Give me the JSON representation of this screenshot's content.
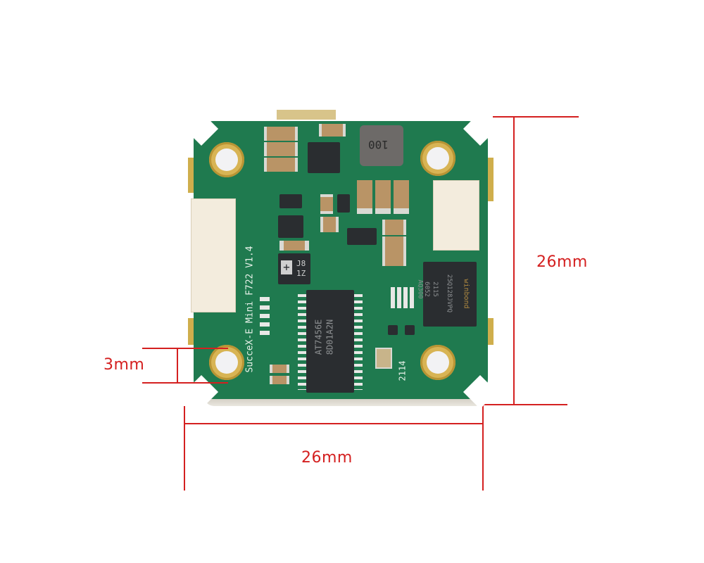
{
  "image": {
    "subject": "flight controller PCB with dimension annotations",
    "background_color": "#ffffff",
    "pcb_color": "#1f7a4f",
    "annotation_color": "#d42020"
  },
  "dimensions": {
    "height_label": "26mm",
    "width_label": "26mm",
    "hole_label": "3mm"
  },
  "board": {
    "silkscreen_model": "SucceX-E Mini F722 V1.4",
    "silkscreen_date": "2114",
    "inductor_marking": "100",
    "main_chip_line1": "AT7456E",
    "main_chip_line2": "8D01A2N",
    "flash_chip_brand": "winbond",
    "flash_chip_line1": "25Q128JVPQ",
    "flash_chip_line2": "2115",
    "flash_chip_line3": "6052",
    "flash_chip_line4": "AQ300",
    "regulator_line1": "J8",
    "regulator_line2": "1Z"
  }
}
